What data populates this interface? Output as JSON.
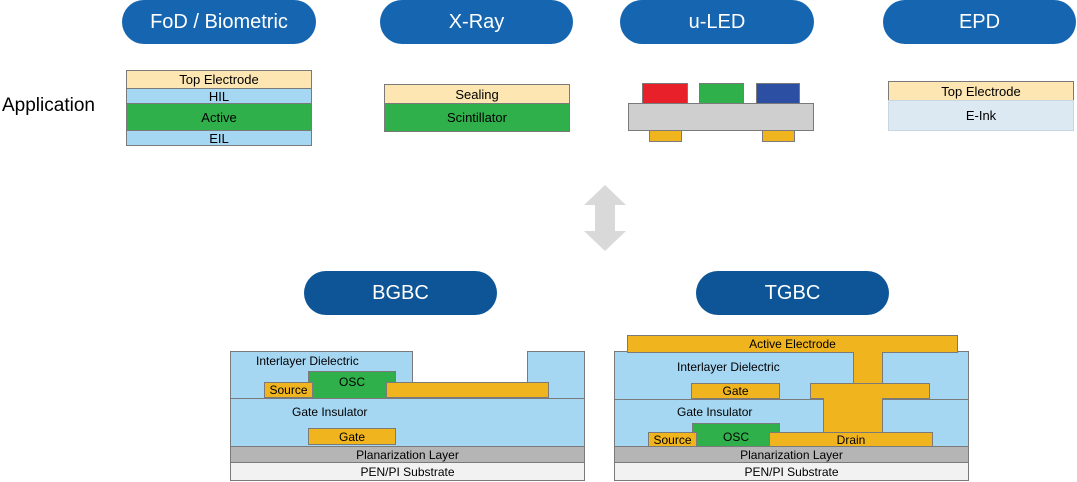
{
  "categories": {
    "fod": "FoD / Biometric",
    "xray": "X-Ray",
    "uled": "u-LED",
    "epd": "EPD"
  },
  "application_label": "Application",
  "fod_stack": [
    "Top Electrode",
    "HIL",
    "Active",
    "EIL"
  ],
  "xray_stack": [
    "Sealing",
    "Scintillator"
  ],
  "epd_stack": [
    "Top Electrode",
    "E-Ink"
  ],
  "structures": {
    "bgbc": "BGBC",
    "tgbc": "TGBC"
  },
  "bgbc": {
    "interlayer_dielectric": "Interlayer Dielectric",
    "osc": "OSC",
    "source": "Source",
    "gate_insulator": "Gate Insulator",
    "gate": "Gate",
    "planarization": "Planarization Layer",
    "substrate": "PEN/PI Substrate"
  },
  "tgbc": {
    "active_electrode": "Active  Electrode",
    "interlayer_dielectric": "Interlayer Dielectric",
    "gate": "Gate",
    "gate_insulator": "Gate Insulator",
    "source": "Source",
    "osc": "OSC",
    "drain": "Drain",
    "planarization": "Planarization Layer",
    "substrate": "PEN/PI Substrate"
  },
  "colors": {
    "pill_blue": "#1565b0",
    "pill_dark_blue": "#0d5596",
    "electrode_peach": "#fde6b1",
    "dielectric_blue": "#a5d6f2",
    "active_green": "#2fb04b",
    "metal_gold": "#f0b41e",
    "planarization_gray": "#b5b5b5",
    "led_red": "#e8202a",
    "led_green": "#2fb04b",
    "led_blue": "#2c4fa3"
  }
}
